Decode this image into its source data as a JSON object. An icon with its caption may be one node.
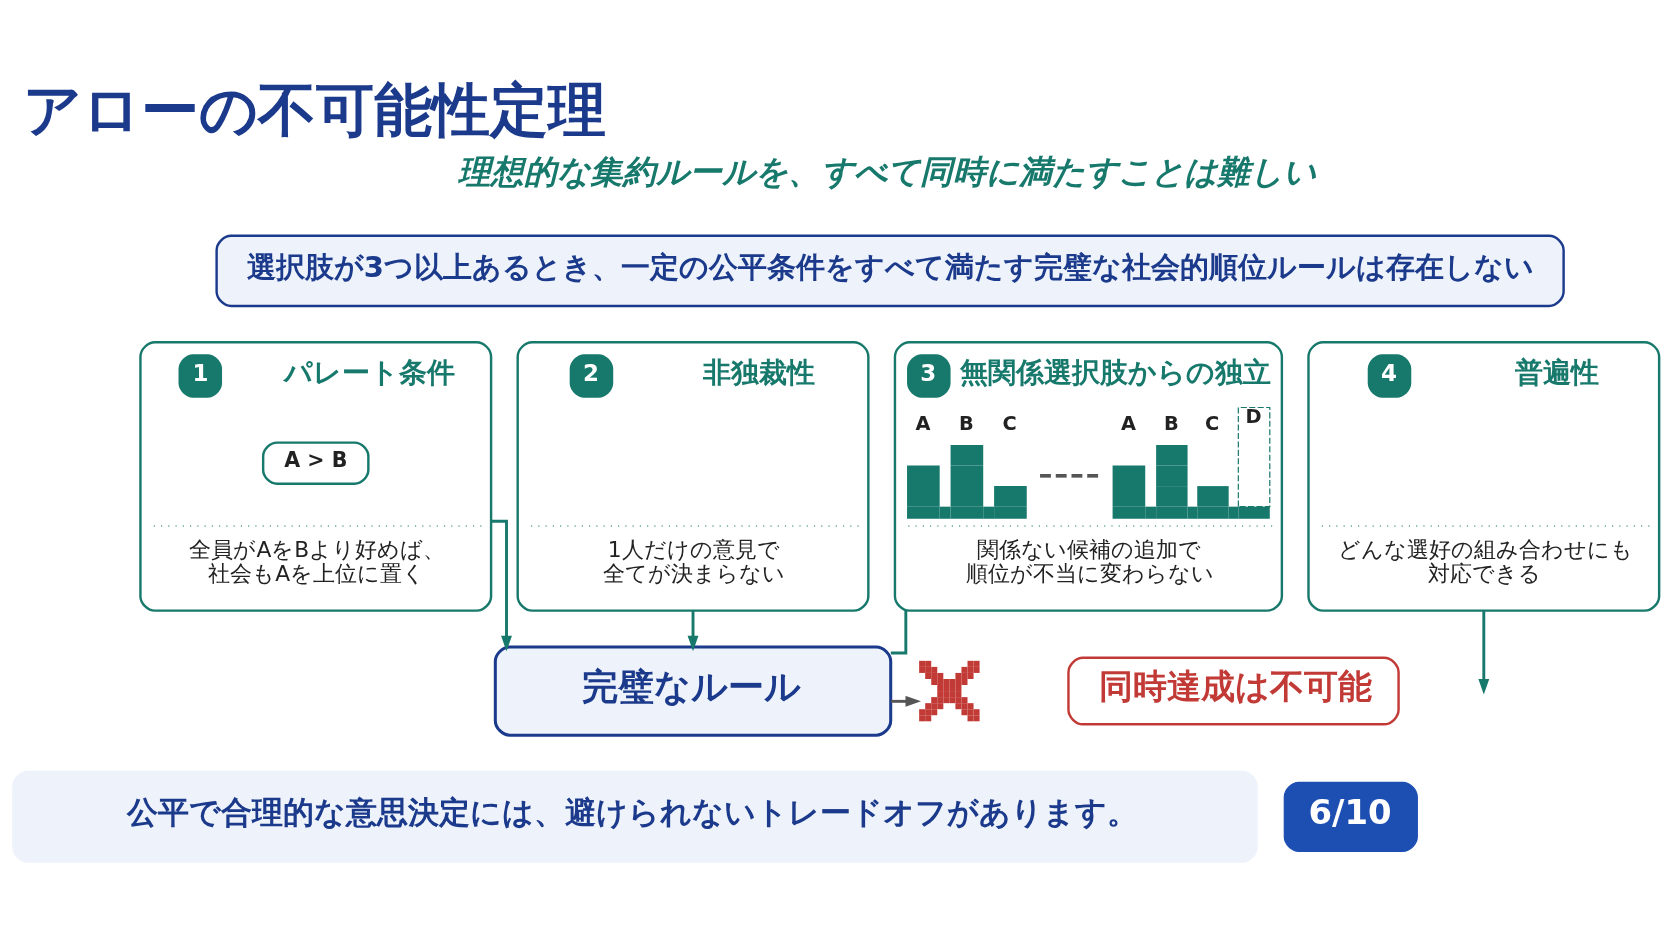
{
  "diagram": {
    "title": "アローの不可能性定理",
    "nodes": [
      {
        "text": [
          "選択肢が3つ以上あるとき、一定の公平条件をすべて満たす完璧な社会的順位ルールは存在しない"
        ]
      },
      {
        "text": [
          "1",
          "パレート条件",
          "A > B",
          "全員がAをBより好めば、社会もAを上位に置く"
        ]
      },
      {
        "text": [
          "2",
          "非独裁性",
          "1人だけの意見で全てが決まらない"
        ]
      },
      {
        "text": [
          "3",
          "無関係選択肢からの独立",
          "A",
          "B",
          "C",
          "A",
          "B",
          "C",
          "D",
          "関係ない候補の追加で順位が不当に変わらない"
        ]
      },
      {
        "text": [
          "4",
          "普遍性",
          "どんな選好の組み合わせにも対応できる"
        ]
      },
      {
        "text": [
          "完璧なルール"
        ]
      },
      {
        "text": [],
        "shape": "cross"
      },
      {
        "text": [
          "同時達成は不可能"
        ]
      },
      {
        "text": [
          "公平で合理的な意思決定には、避けられないトレードオフがあります。"
        ]
      },
      {
        "text": [
          "6/10"
        ]
      }
    ],
    "edges": [
      {
        "from": 1,
        "to": 5,
        "arrow": "to"
      },
      {
        "from": 2,
        "to": 5,
        "arrow": "to"
      },
      {
        "from": 3,
        "to": 5,
        "arrow": "none"
      },
      {
        "from": 4,
        "to": null,
        "arrow": "to"
      },
      {
        "from": 5,
        "to": 6,
        "arrow": "to",
        "color": "#555555"
      }
    ],
    "labels": [
      "理想的な集約ルールを、すべて同時に満たすことは難しい"
    ]
  }
}
